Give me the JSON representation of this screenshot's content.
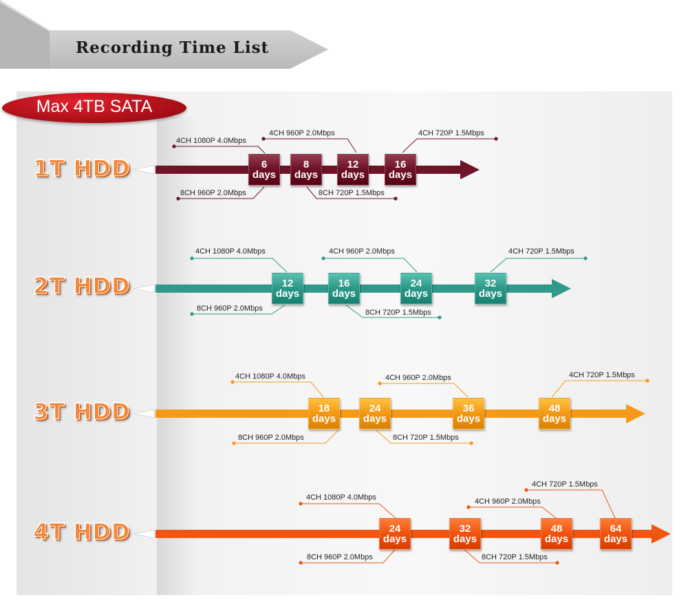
{
  "header": {
    "title": "Recording Time List"
  },
  "badge": {
    "text": "Max 4TB SATA"
  },
  "rows": [
    {
      "label": "1T HDD",
      "color": "#6e1429",
      "boxes": [
        {
          "value": "6",
          "unit": "days"
        },
        {
          "value": "8",
          "unit": "days"
        },
        {
          "value": "12",
          "unit": "days"
        },
        {
          "value": "16",
          "unit": "days"
        }
      ],
      "callouts": [
        "4CH 1080P 4.0Mbps",
        "4CH 960P 2.0Mbps",
        "4CH 720P 1.5Mbps",
        "8CH 960P 2.0Mbps",
        "8CH 720P 1.5Mbps"
      ]
    },
    {
      "label": "2T HDD",
      "color": "#2f9a8a",
      "boxes": [
        {
          "value": "12",
          "unit": "days"
        },
        {
          "value": "16",
          "unit": "days"
        },
        {
          "value": "24",
          "unit": "days"
        },
        {
          "value": "32",
          "unit": "days"
        }
      ],
      "callouts": [
        "4CH 1080P 4.0Mbps",
        "4CH 960P 2.0Mbps",
        "4CH 720P 1.5Mbps",
        "8CH 960P 2.0Mbps",
        "8CH 720P 1.5Mbps"
      ]
    },
    {
      "label": "3T HDD",
      "color": "#f59a16",
      "boxes": [
        {
          "value": "18",
          "unit": "days"
        },
        {
          "value": "24",
          "unit": "days"
        },
        {
          "value": "36",
          "unit": "days"
        },
        {
          "value": "48",
          "unit": "days"
        }
      ],
      "callouts": [
        "4CH 1080P 4.0Mbps",
        "4CH 960P 2.0Mbps",
        "4CH 720P 1.5Mbps",
        "8CH 960P 2.0Mbps",
        "8CH 720P 1.5Mbps"
      ]
    },
    {
      "label": "4T HDD",
      "color": "#f25510",
      "boxes": [
        {
          "value": "24",
          "unit": "days"
        },
        {
          "value": "32",
          "unit": "days"
        },
        {
          "value": "48",
          "unit": "days"
        },
        {
          "value": "64",
          "unit": "days"
        }
      ],
      "callouts": [
        "4CH 1080P 4.0Mbps",
        "4CH 960P 2.0Mbps",
        "4CH 720P 1.5Mbps",
        "8CH 960P 2.0Mbps",
        "8CH 720P 1.5Mbps"
      ]
    }
  ],
  "colors": {
    "title_bar": "#c4c4c4",
    "badge": "#c8141e",
    "hdd_label": "#f3883a"
  }
}
